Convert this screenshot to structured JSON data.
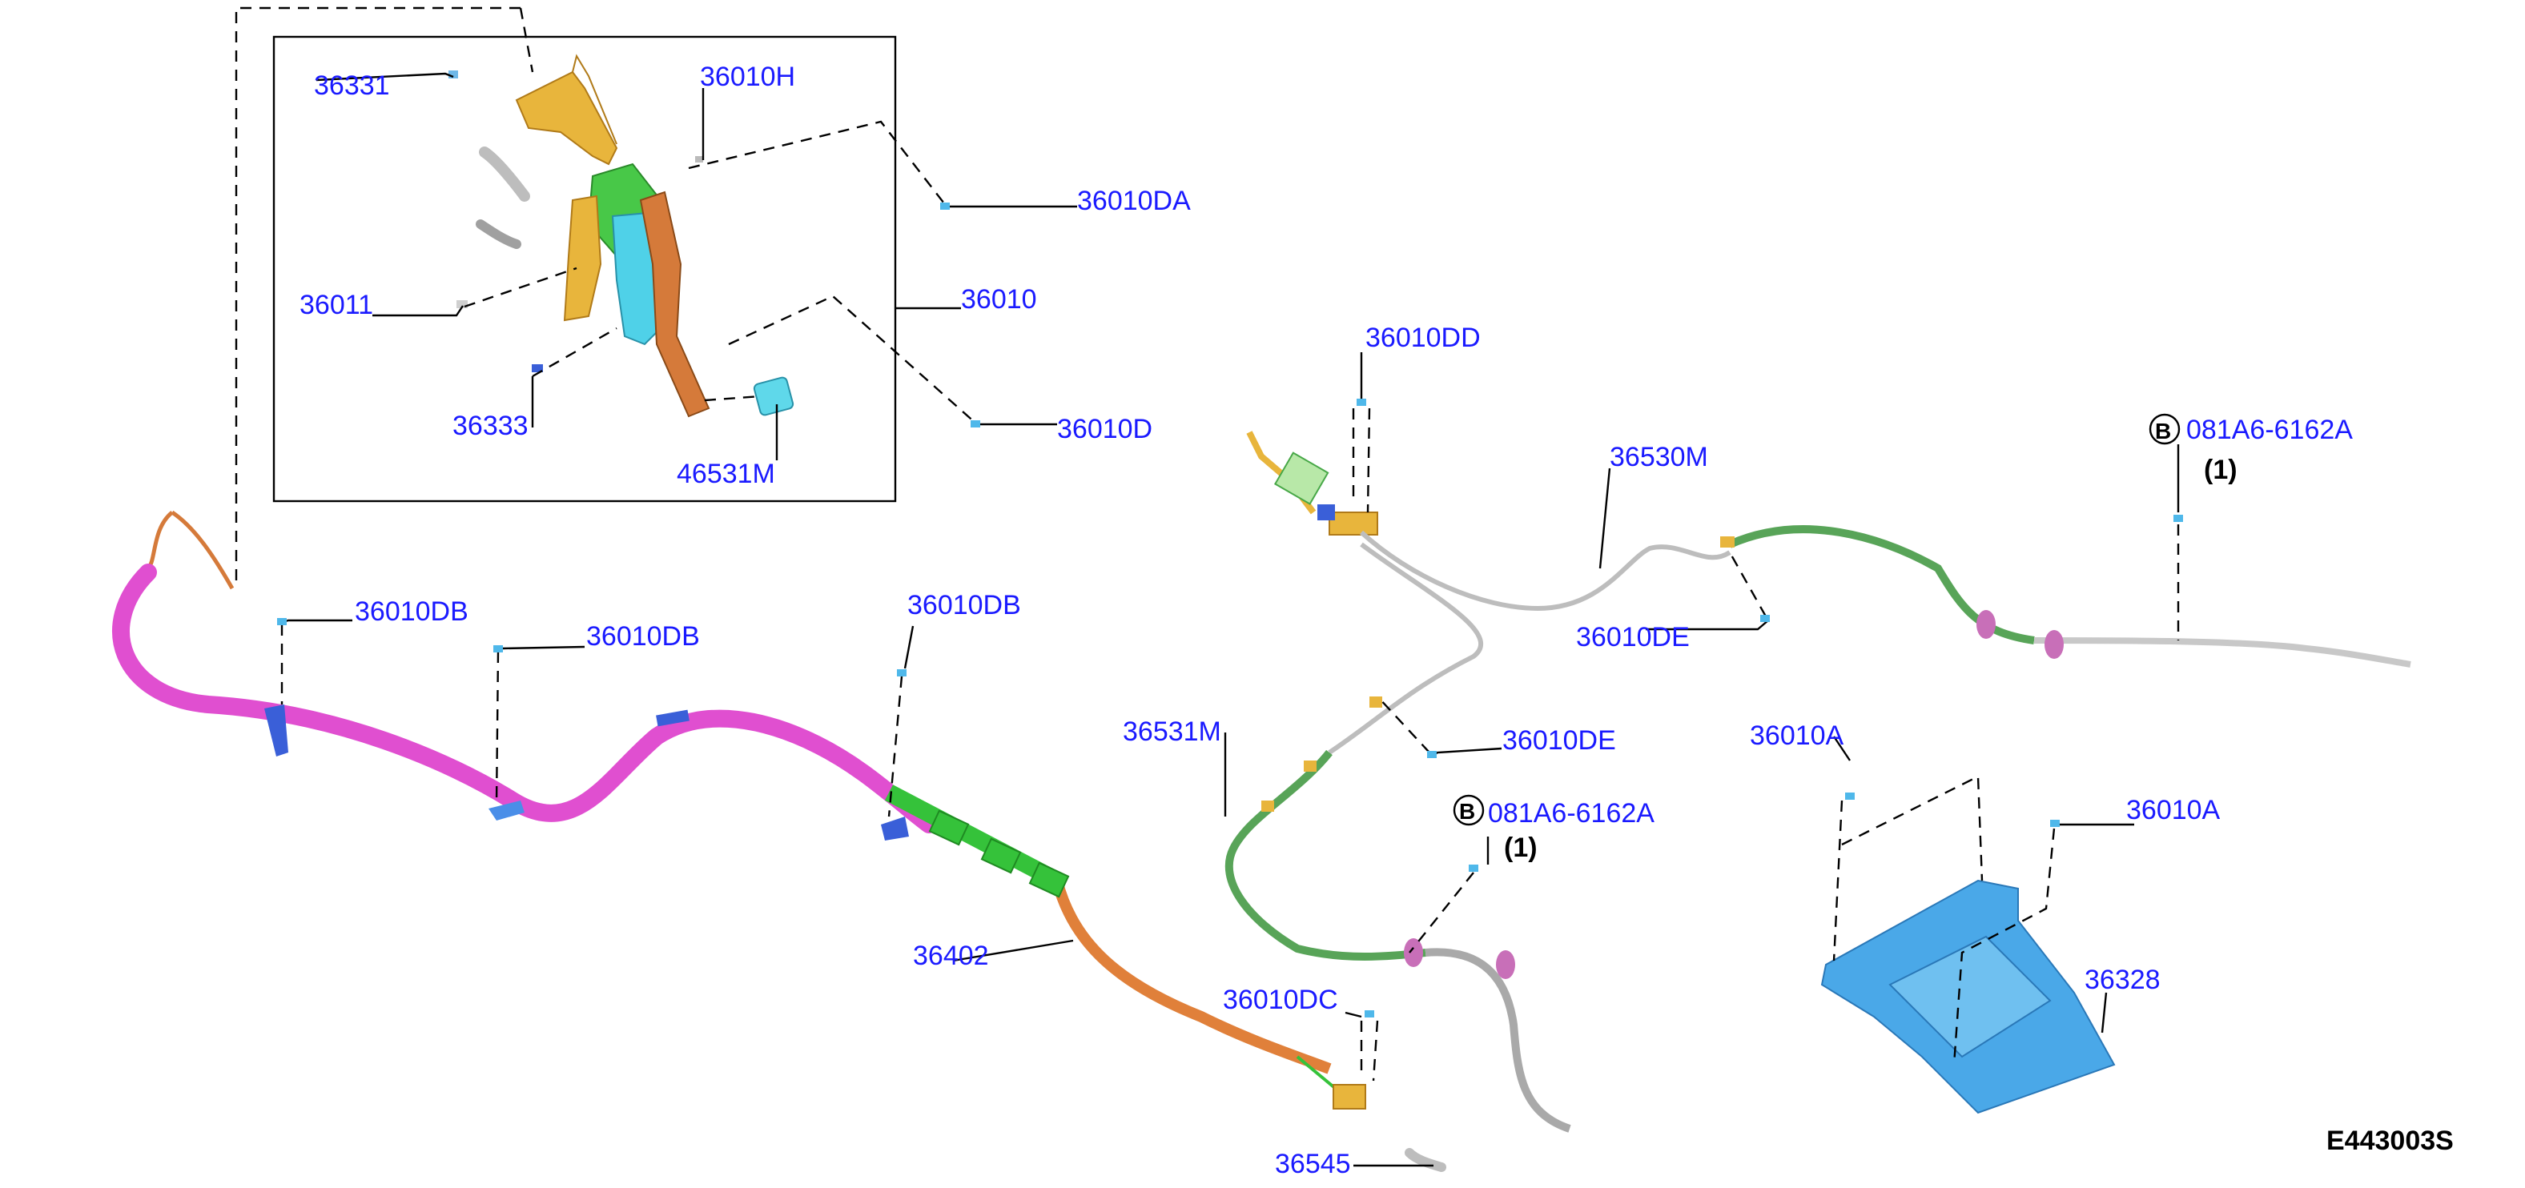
{
  "diagram": {
    "figure_code": "E443003S",
    "callouts": {
      "c36331": "36331",
      "c36010H": "36010H",
      "c36010DA": "36010DA",
      "c36011": "36011",
      "c36010": "36010",
      "c36333": "36333",
      "c46531M": "46531M",
      "c36010D": "36010D",
      "c36010DD": "36010DD",
      "c36530M": "36530M",
      "cB1_part": "081A6-6162A",
      "cB1_qty": "(1)",
      "cB1_marker": "B",
      "c36010DB_1": "36010DB",
      "c36010DB_2": "36010DB",
      "c36010DB_3": "36010DB",
      "c36010DE_1": "36010DE",
      "c36010DE_2": "36010DE",
      "c36531M": "36531M",
      "cB2_part": "081A6-6162A",
      "cB2_qty": "(1)",
      "cB2_marker": "B",
      "c36010A_1": "36010A",
      "c36010A_2": "36010A",
      "c36402": "36402",
      "c36010DC": "36010DC",
      "c36328": "36328",
      "c36545": "36545"
    },
    "colors": {
      "label": "#1a1aff",
      "cable_front": "#e04fd0",
      "cable_rear_orange": "#e0803a",
      "cable_green": "#35c23a",
      "cable_gray": "#a9a9a9",
      "bracket_yellow": "#e8b53c",
      "bracket_green": "#48c848",
      "part_cyan": "#4fd1e8",
      "heat_shield": "#4aa8e8",
      "clip_blue": "#3a5fd8",
      "grommet_pink": "#c86fb8"
    }
  }
}
